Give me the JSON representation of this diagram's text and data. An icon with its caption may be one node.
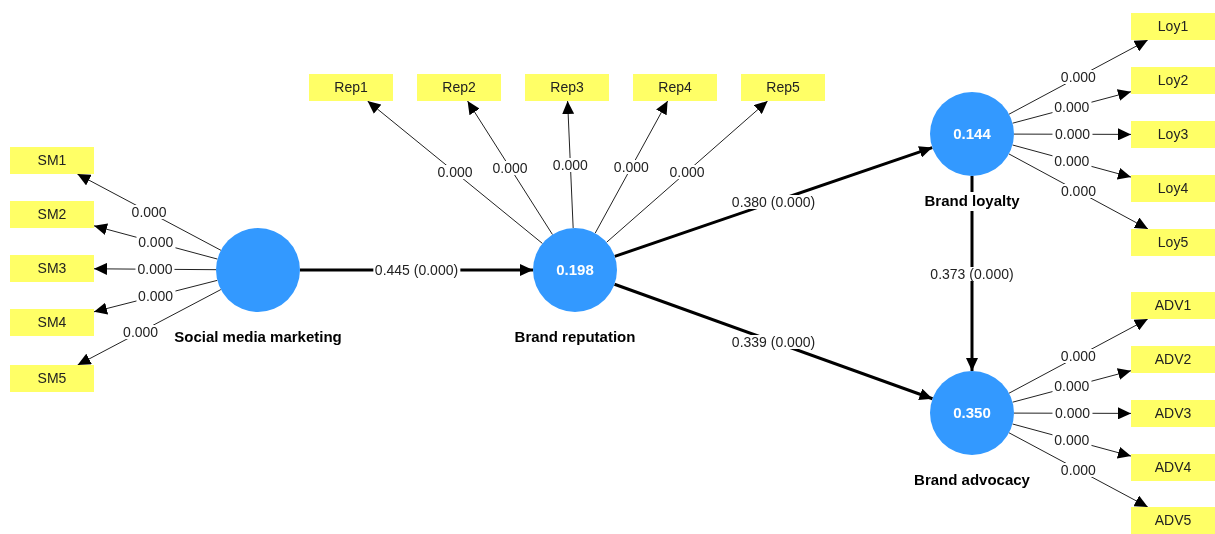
{
  "diagram": {
    "nodes": [
      {
        "text": [
          "SM1"
        ]
      },
      {
        "text": [
          "SM2"
        ]
      },
      {
        "text": [
          "SM3"
        ]
      },
      {
        "text": [
          "SM4"
        ]
      },
      {
        "text": [
          "SM5"
        ]
      },
      {
        "text": [],
        "shape": "circle",
        "beside": [
          "Social media marketing"
        ]
      },
      {
        "text": [
          "Rep1"
        ]
      },
      {
        "text": [
          "Rep2"
        ]
      },
      {
        "text": [
          "Rep3"
        ]
      },
      {
        "text": [
          "Rep4"
        ]
      },
      {
        "text": [
          "Rep5"
        ]
      },
      {
        "text": [
          "0.198"
        ],
        "beside": [
          "Brand reputation"
        ]
      },
      {
        "text": [
          "Loy1"
        ]
      },
      {
        "text": [
          "Loy2"
        ]
      },
      {
        "text": [
          "Loy3"
        ]
      },
      {
        "text": [
          "Loy4"
        ]
      },
      {
        "text": [
          "Loy5"
        ]
      },
      {
        "text": [
          "0.144"
        ],
        "beside": [
          "Brand loyalty"
        ]
      },
      {
        "text": [
          "0.350"
        ],
        "beside": [
          "Brand advocacy"
        ]
      },
      {
        "text": [
          "ADV1"
        ]
      },
      {
        "text": [
          "ADV2"
        ]
      },
      {
        "text": [
          "ADV3"
        ]
      },
      {
        "text": [
          "ADV4"
        ]
      },
      {
        "text": [
          "ADV5"
        ]
      }
    ],
    "edges": [
      {
        "from": 5,
        "to": 0,
        "arrow": "to",
        "label": "0.000"
      },
      {
        "from": 5,
        "to": 1,
        "arrow": "to",
        "label": "0.000"
      },
      {
        "from": 5,
        "to": 2,
        "arrow": "to",
        "label": "0.000"
      },
      {
        "from": 5,
        "to": 3,
        "arrow": "to",
        "label": "0.000"
      },
      {
        "from": 5,
        "to": 4,
        "arrow": "to",
        "label": "0.000"
      },
      {
        "from": 5,
        "to": 11,
        "arrow": "to",
        "label": "0.445 (0.000)",
        "style": "thick"
      },
      {
        "from": 11,
        "to": 6,
        "arrow": "to",
        "label": "0.000"
      },
      {
        "from": 11,
        "to": 7,
        "arrow": "to",
        "label": "0.000"
      },
      {
        "from": 11,
        "to": 8,
        "arrow": "to",
        "label": "0.000"
      },
      {
        "from": 11,
        "to": 9,
        "arrow": "to",
        "label": "0.000"
      },
      {
        "from": 11,
        "to": 10,
        "arrow": "to",
        "label": "0.000"
      },
      {
        "from": 11,
        "to": 17,
        "arrow": "to",
        "label": "0.380 (0.000)",
        "style": "thick"
      },
      {
        "from": 11,
        "to": 18,
        "arrow": "to",
        "label": "0.339 (0.000)",
        "style": "thick"
      },
      {
        "from": 17,
        "to": 12,
        "arrow": "to",
        "label": "0.000"
      },
      {
        "from": 17,
        "to": 13,
        "arrow": "to",
        "label": "0.000"
      },
      {
        "from": 17,
        "to": 14,
        "arrow": "to",
        "label": "0.000"
      },
      {
        "from": 17,
        "to": 15,
        "arrow": "to",
        "label": "0.000"
      },
      {
        "from": 17,
        "to": 16,
        "arrow": "to",
        "label": "0.000"
      },
      {
        "from": 17,
        "to": 18,
        "arrow": "to",
        "label": "0.373 (0.000)",
        "style": "thick"
      },
      {
        "from": 18,
        "to": 19,
        "arrow": "to",
        "label": "0.000"
      },
      {
        "from": 18,
        "to": 20,
        "arrow": "to",
        "label": "0.000"
      },
      {
        "from": 18,
        "to": 21,
        "arrow": "to",
        "label": "0.000"
      },
      {
        "from": 18,
        "to": 22,
        "arrow": "to",
        "label": "0.000"
      },
      {
        "from": 18,
        "to": 23,
        "arrow": "to",
        "label": "0.000"
      }
    ]
  }
}
